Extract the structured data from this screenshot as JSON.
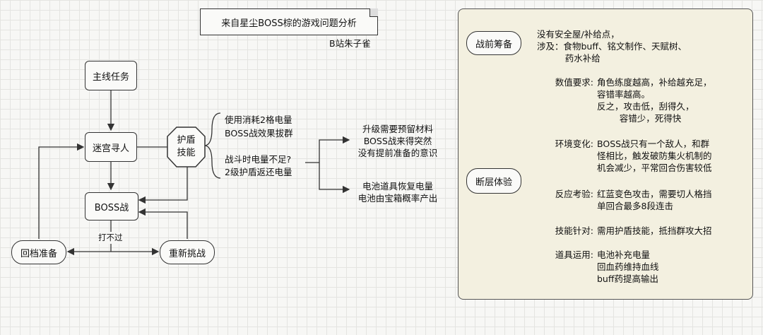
{
  "title": "来自星尘BOSS棕的游戏问题分析",
  "author": "B站朱子雀",
  "flow": {
    "main_quest": "主线任务",
    "maze": "迷宫寻人",
    "shield_line1": "护盾",
    "shield_line2": "技能",
    "boss": "BOSS战",
    "fail": "打不过",
    "retreat": "回档准备",
    "retry": "重新挑战"
  },
  "shield_notes": "使用消耗2格电量\nBOSS战效果拔群\n\n战斗时电量不足?\n2级护盾返还电量",
  "branch_top": "升级需要预留材料\nBOSS战来得突然\n没有提前准备的意识",
  "branch_bottom": "电池道具恢复电量\n电池由宝箱概率产出",
  "panel": {
    "prep_label": "战前筹备",
    "prep_text": "没有安全屋/补给点，\n涉及：食物buff、铭文制作、天赋树、\n          药水补给",
    "deep_label": "断层体验",
    "items": [
      {
        "label": "数值要求:",
        "text": "角色练度越高，补给越充足，\n容错率越高。\n反之，攻击低，刮得久，\n        容错少，死得快"
      },
      {
        "label": "环境变化:",
        "text": "BOSS战只有一个敌人，和群\n怪相比，触发破防集火机制的\n机会减少，平常回合伤害较低"
      },
      {
        "label": "反应考验:",
        "text": "红蓝变色攻击，需要切人格挡\n单回合最多8段连击"
      },
      {
        "label": "技能针对:",
        "text": "需用护盾技能，抵挡群攻大招"
      },
      {
        "label": "道具运用:",
        "text": "电池补充电量\n回血药维持血线\nbuff药提高输出"
      }
    ]
  }
}
